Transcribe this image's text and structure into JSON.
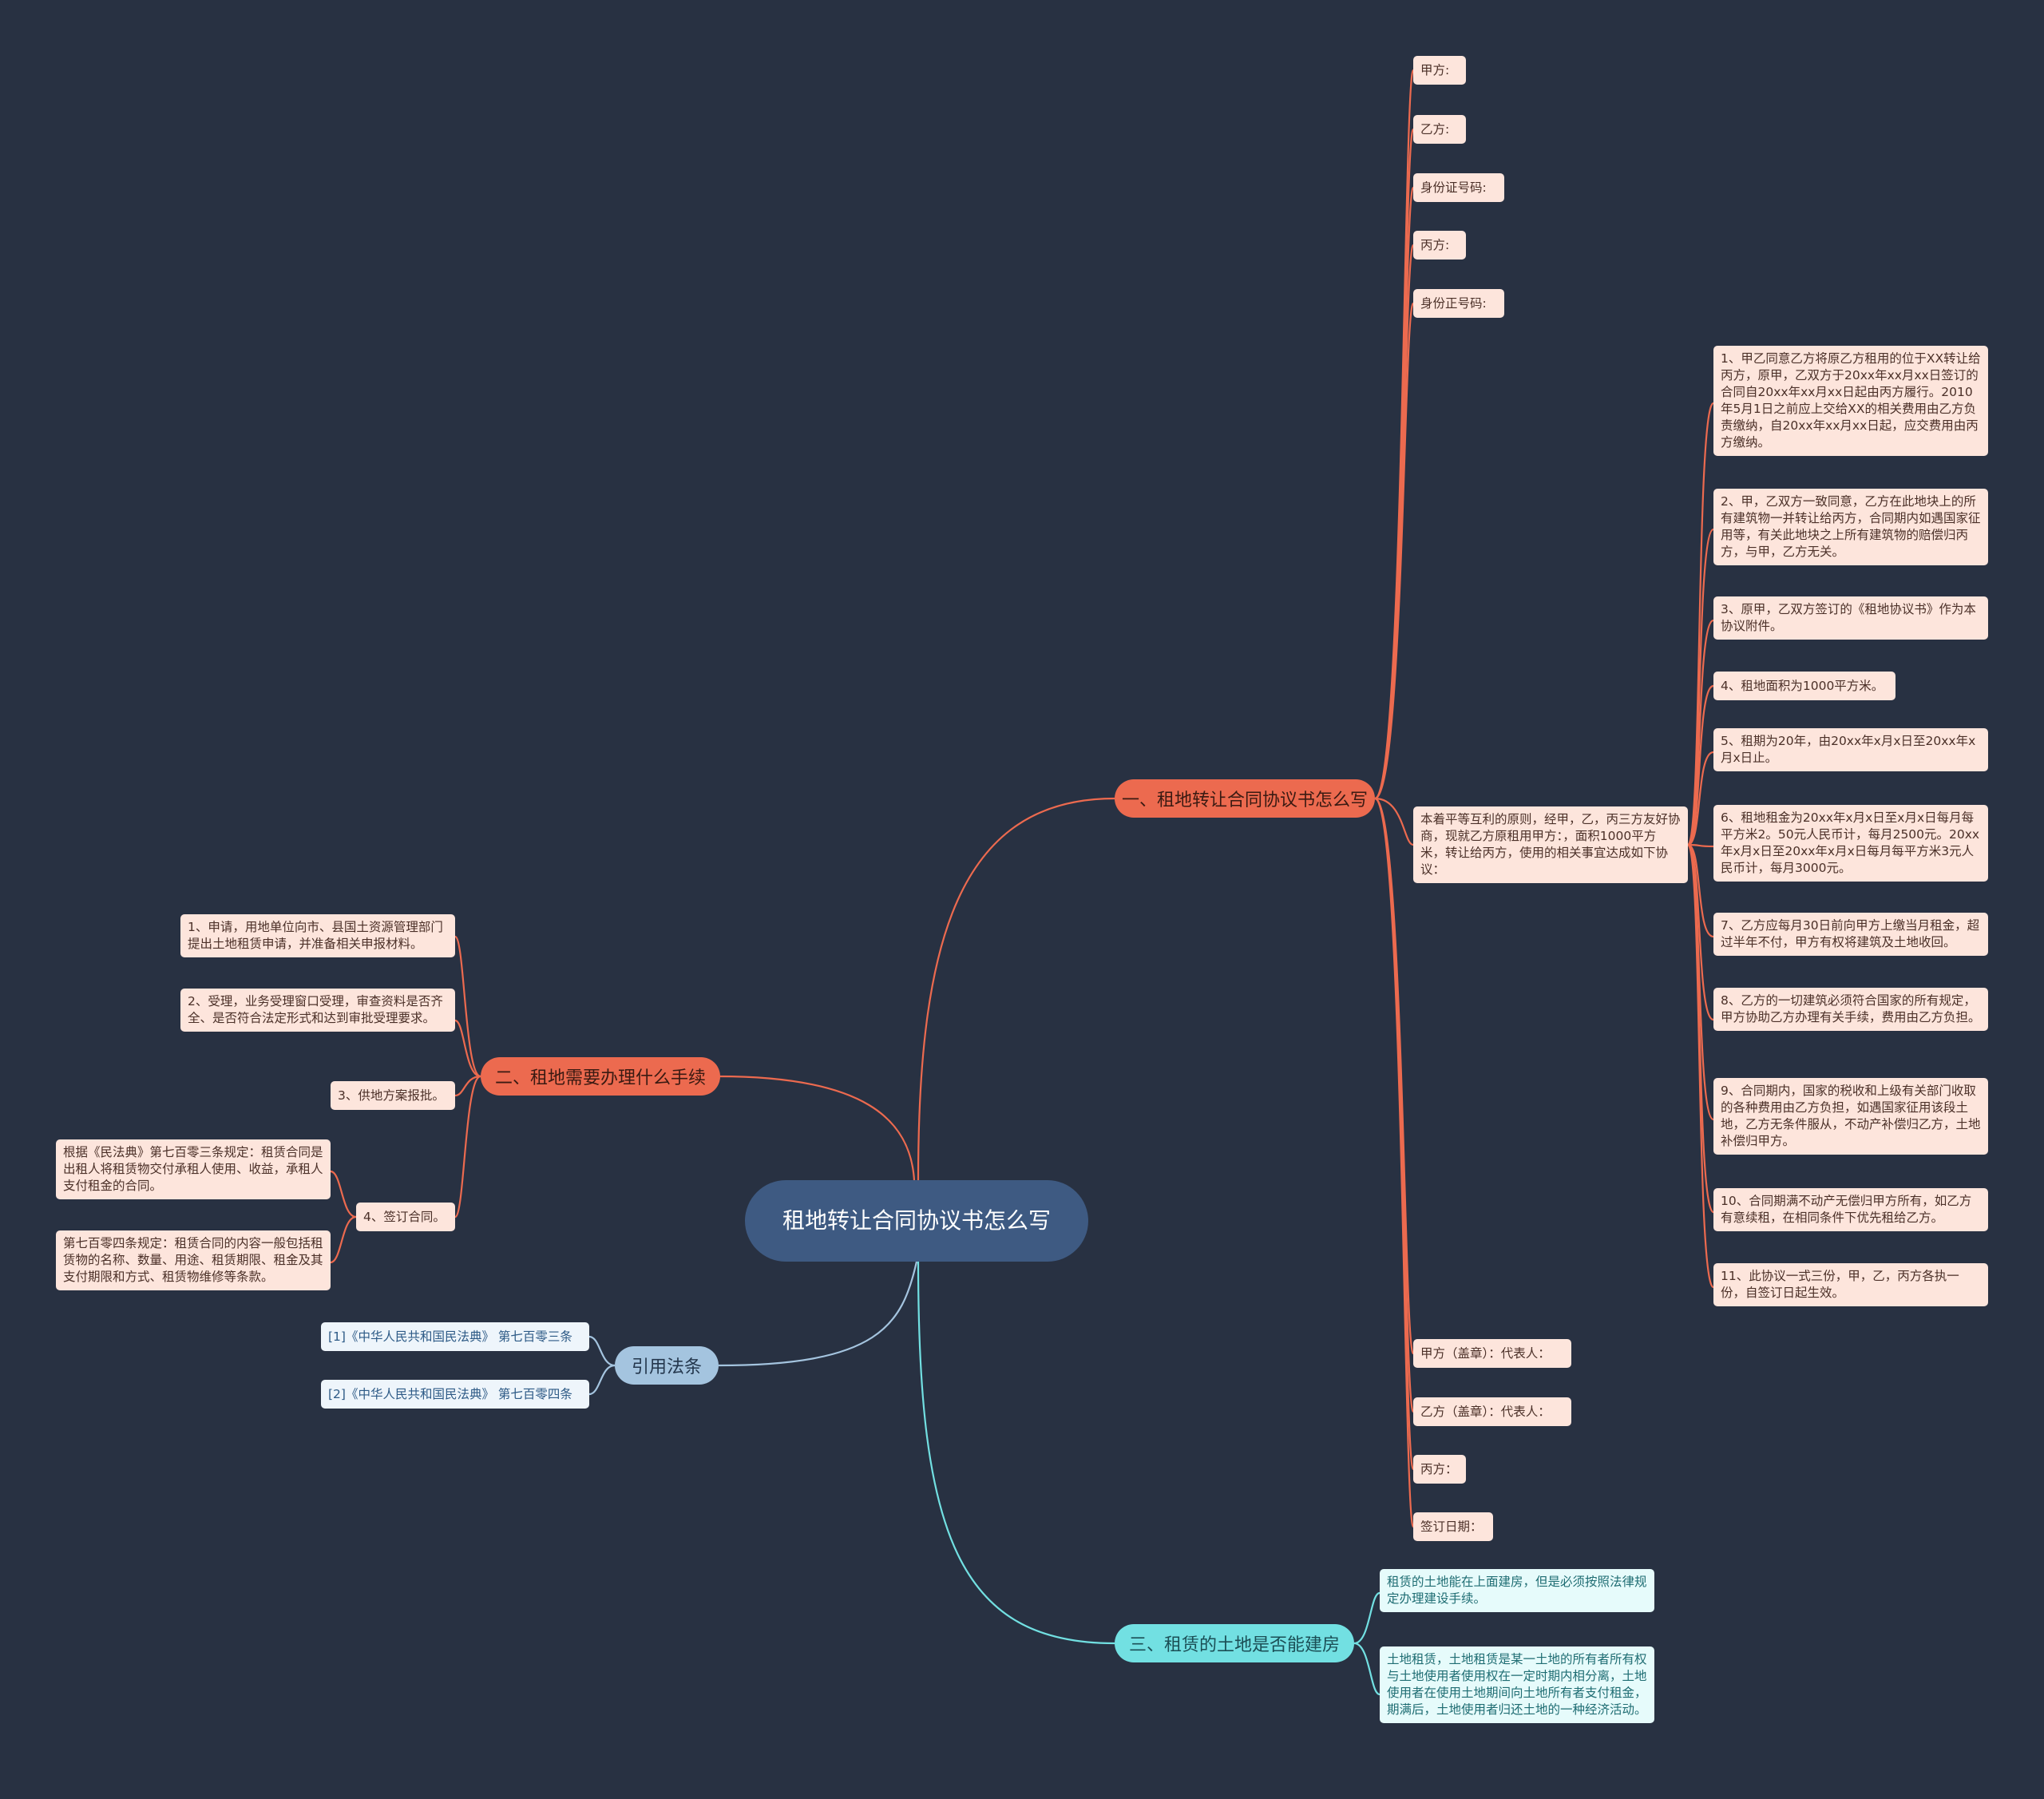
{
  "root": {
    "title": "租地转让合同协议书怎么写"
  },
  "colors": {
    "background": "#283142",
    "root": "#3e5a82",
    "red": "#ec6a4f",
    "blue": "#a4c4df",
    "cyan": "#72e0e2"
  },
  "branch1": {
    "label": "一、租地转让合同协议书怎么写",
    "fields": [
      "甲方:",
      "乙方:",
      "身份证号码:",
      "丙方:",
      "身份正号码:"
    ],
    "intro": "本着平等互利的原则，经甲，乙，丙三方友好协商，现就乙方原租用甲方：，面积1000平方米，转让给丙方，使用的相关事宜达成如下协议：",
    "clauses": [
      "1、甲乙同意乙方将原乙方租用的位于XX转让给丙方，原甲，乙双方于20xx年xx月xx日签订的合同自20xx年xx月xx日起由丙方履行。2010年5月1日之前应上交给XX的相关费用由乙方负责缴纳，自20xx年xx月xx日起，应交费用由丙方缴纳。",
      "2、甲，乙双方一致同意，乙方在此地块上的所有建筑物一并转让给丙方，合同期内如遇国家征用等，有关此地块之上所有建筑物的赔偿归丙方，与甲，乙方无关。",
      "3、原甲，乙双方签订的《租地协议书》作为本协议附件。",
      "4、租地面积为1000平方米。",
      "5、租期为20年，由20xx年x月x日至20xx年x月x日止。",
      "6、租地租金为20xx年x月x日至x月x日每月每平方米2。50元人民币计，每月2500元。20xx年x月x日至20xx年x月x日每月每平方米3元人民币计，每月3000元。",
      "7、乙方应每月30日前向甲方上缴当月租金，超过半年不付，甲方有权将建筑及土地收回。",
      "8、乙方的一切建筑必须符合国家的所有规定，甲方协助乙方办理有关手续，费用由乙方负担。",
      "9、合同期内，国家的税收和上级有关部门收取的各种费用由乙方负担，如遇国家征用该段土地，乙方无条件服从，不动产补偿归乙方，土地补偿归甲方。",
      "10、合同期满不动产无偿归甲方所有，如乙方有意续租，在相同条件下优先租给乙方。",
      "11、此协议一式三份，甲，乙，丙方各执一份，自签订日起生效。"
    ],
    "signs": [
      "甲方（盖章）：代表人：",
      "乙方（盖章）：代表人：",
      "丙方：",
      "签订日期："
    ]
  },
  "branch2": {
    "label": "二、租地需要办理什么手续",
    "steps": [
      "1、申请，用地单位向市、县国土资源管理部门提出土地租赁申请，并准备相关申报材料。",
      "2、受理，业务受理窗口受理，审查资料是否齐全、是否符合法定形式和达到审批受理要求。",
      "3、供地方案报批。",
      "4、签订合同。"
    ],
    "notes": [
      "根据《民法典》第七百零三条规定：租赁合同是出租人将租赁物交付承租人使用、收益，承租人支付租金的合同。",
      "第七百零四条规定：租赁合同的内容一般包括租赁物的名称、数量、用途、租赁期限、租金及其支付期限和方式、租赁物维修等条款。"
    ]
  },
  "branch_cite": {
    "label": "引用法条",
    "items": [
      "[1]《中华人民共和国民法典》 第七百零三条",
      "[2]《中华人民共和国民法典》 第七百零四条"
    ]
  },
  "branch3": {
    "label": "三、租赁的土地是否能建房",
    "items": [
      "租赁的土地能在上面建房，但是必须按照法律规定办理建设手续。",
      "土地租赁，土地租赁是某一土地的所有者所有权与土地使用者使用权在一定时期内相分离，土地使用者在使用土地期间向土地所有者支付租金，期满后，土地使用者归还土地的一种经济活动。"
    ]
  }
}
